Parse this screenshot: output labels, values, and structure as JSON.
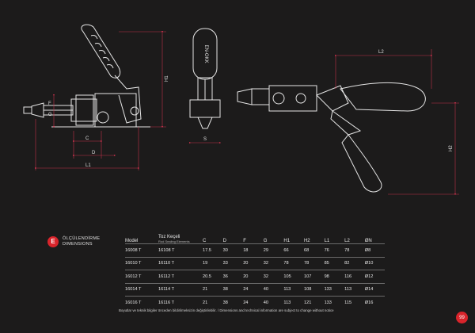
{
  "section": {
    "badge_letter": "E",
    "title_tr": "ÖLÇÜLENDİRME",
    "title_en": "DIMENSIONS"
  },
  "drawing_labels": {
    "front_view": {
      "H1": "H1",
      "F": "F",
      "G": "G",
      "C": "C",
      "D": "D",
      "L1": "L1"
    },
    "side_view": {
      "S": "S"
    },
    "open_view": {
      "L2": "L2",
      "H2": "H2"
    }
  },
  "handle_brand": "EN-OKK",
  "table": {
    "headers": {
      "model": "Model",
      "tool_main": "Toz Keçeli",
      "tool_sub": "Rod Sealing Elements",
      "cols": [
        "C",
        "D",
        "F",
        "G",
        "H1",
        "H2",
        "L1",
        "L2",
        "ØN"
      ]
    },
    "rows": [
      {
        "model": "16008 T",
        "tool": "16108 T",
        "vals": [
          "17.5",
          "30",
          "18",
          "29",
          "66",
          "68",
          "76",
          "78",
          "Ø8"
        ]
      },
      {
        "model": "16010 T",
        "tool": "16110 T",
        "vals": [
          "19",
          "33",
          "20",
          "32",
          "78",
          "78",
          "85",
          "82",
          "Ø10"
        ]
      },
      {
        "model": "16012 T",
        "tool": "16112 T",
        "vals": [
          "20.5",
          "36",
          "20",
          "32",
          "105",
          "107",
          "98",
          "116",
          "Ø12"
        ]
      },
      {
        "model": "16014 T",
        "tool": "16114 T",
        "vals": [
          "21",
          "38",
          "24",
          "40",
          "113",
          "108",
          "133",
          "113",
          "Ø14"
        ]
      },
      {
        "model": "16016 T",
        "tool": "16116 T",
        "vals": [
          "21",
          "38",
          "24",
          "40",
          "113",
          "121",
          "133",
          "115",
          "Ø16"
        ]
      }
    ]
  },
  "footer_note": "Boyutlar ve teknik bilgiler önceden bildirilmeksizin değiştirilebilir. / Dimensions and technical information are subject to change without notice",
  "page_number": "99",
  "colors": {
    "accent": "#d9242b",
    "dim_line": "#c0314a",
    "background": "#1c1b1b"
  }
}
